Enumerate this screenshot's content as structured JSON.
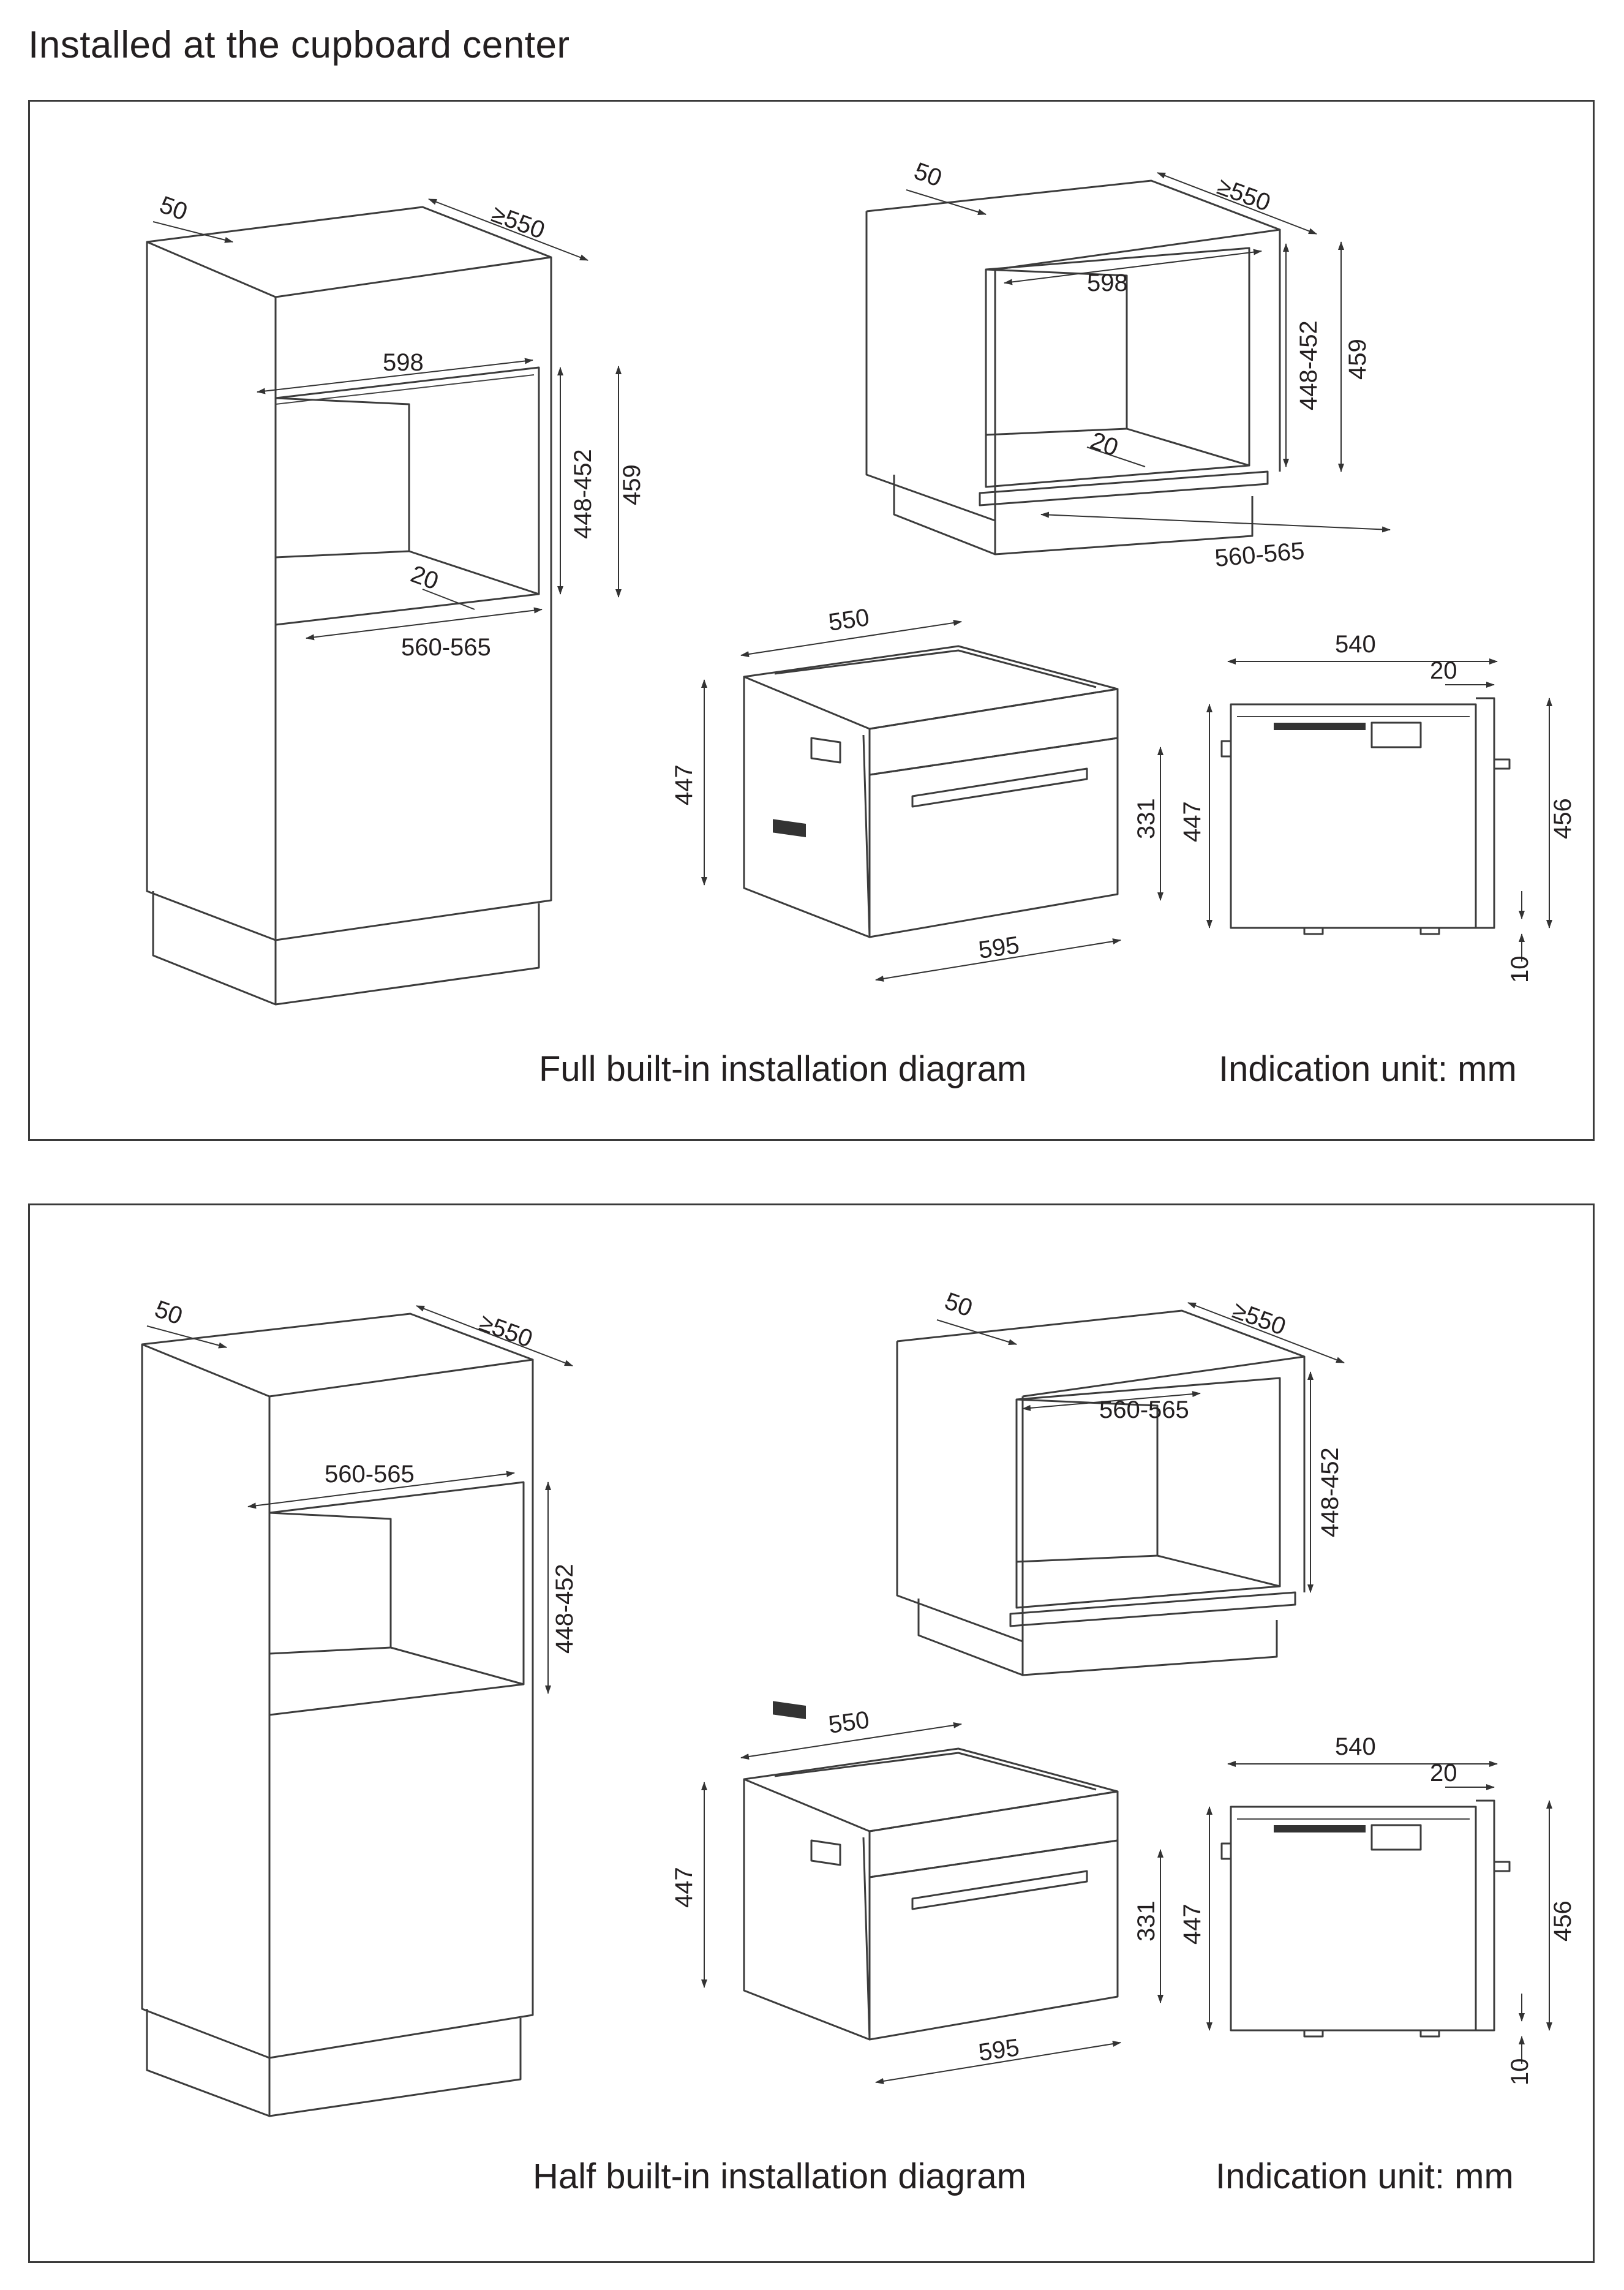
{
  "heading": "Installed at the cupboard center",
  "full": {
    "caption": "Full built-in installation diagram",
    "unit_note": "Indication unit: mm",
    "tall": {
      "depth_offset": "50",
      "depth": "≥550",
      "width": "598",
      "inner_height": "448-452",
      "outer_height": "459",
      "gap": "20",
      "bottom_width": "560-565"
    },
    "base": {
      "depth_offset": "50",
      "depth": "≥550",
      "width": "598",
      "inner_height": "448-452",
      "outer_height": "459",
      "gap": "20",
      "bottom_width": "560-565"
    },
    "oven": {
      "depth": "550",
      "height": "447",
      "door_height": "331",
      "width": "595"
    },
    "side": {
      "depth": "540",
      "front": "20",
      "height": "447",
      "front_height": "456",
      "gap": "10"
    }
  },
  "half": {
    "caption": "Half built-in installation diagram",
    "unit_note": "Indication unit: mm",
    "tall": {
      "depth_offset": "50",
      "depth": "≥550",
      "width": "560-565",
      "inner_height": "448-452"
    },
    "base": {
      "depth_offset": "50",
      "depth": "≥550",
      "width": "560-565",
      "inner_height": "448-452"
    },
    "oven": {
      "depth": "550",
      "height": "447",
      "door_height": "331",
      "width": "595"
    },
    "side": {
      "depth": "540",
      "front": "20",
      "height": "447",
      "front_height": "456",
      "gap": "10"
    }
  }
}
